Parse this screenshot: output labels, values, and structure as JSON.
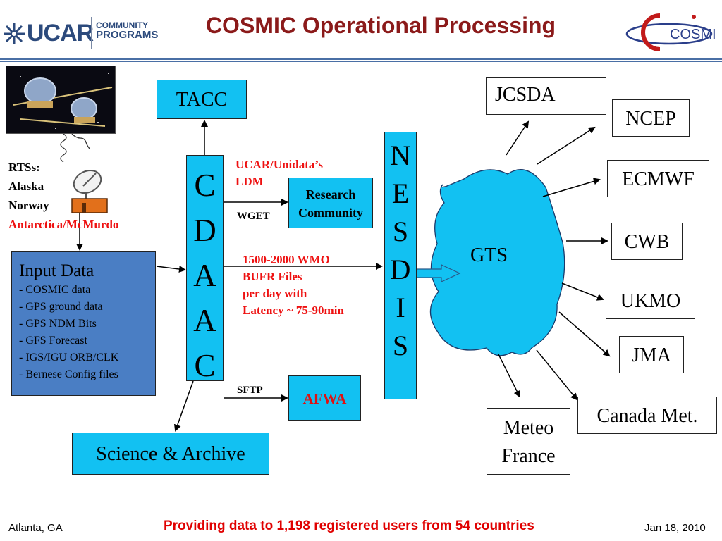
{
  "header": {
    "title": "COSMIC Operational Processing",
    "ucar_logo": {
      "wordmark": "UCAR",
      "line1": "COMMUNITY",
      "line2": "PROGRAMS"
    },
    "cosmic_logo": {
      "text": "COSMIC"
    }
  },
  "diagram": {
    "rtss": {
      "heading": "RTSs:",
      "sites": [
        "Alaska",
        "Norway"
      ],
      "site_red": "Antarctica/McMurdo"
    },
    "tacc": "TACC",
    "cdaac_letters": [
      "C",
      "D",
      "A",
      "A",
      "C"
    ],
    "nesdis_letters": [
      "N",
      "E",
      "S",
      "D",
      "I",
      "S"
    ],
    "ldm_label": [
      "UCAR/Unidata’s",
      "LDM"
    ],
    "wget_label": "WGET",
    "research_community": [
      "Research",
      "Community"
    ],
    "bufr_note": [
      "1500-2000 WMO",
      "BUFR  Files",
      "per day with",
      "Latency ~ 75-90min"
    ],
    "sftp_label": "SFTP",
    "afwa": "AFWA",
    "science_archive": "Science & Archive",
    "input_data": {
      "heading": "Input Data",
      "items": [
        "- COSMIC data",
        "- GPS ground data",
        "- GPS NDM Bits",
        "- GFS Forecast",
        "- IGS/IGU ORB/CLK",
        "- Bernese Config files"
      ]
    },
    "gts": "GTS",
    "centers": {
      "jcsda": "JCSDA",
      "ncep": "NCEP",
      "ecmwf": "ECMWF",
      "cwb": "CWB",
      "ukmo": "UKMO",
      "jma": "JMA",
      "canada": "Canada Met.",
      "meteo_france": [
        "Meteo",
        "France"
      ]
    }
  },
  "footer": {
    "left": "Atlanta, GA",
    "center": "Providing data to 1,198 registered users from 54 countries",
    "right": "Jan 18, 2010"
  },
  "colors": {
    "title": "#8b1a1a",
    "box_cyan": "#12c1f2",
    "input_box": "#4a7ec4",
    "red_text": "#e11111",
    "footer_center": "#e00000",
    "rule": "#4a6fa5"
  }
}
